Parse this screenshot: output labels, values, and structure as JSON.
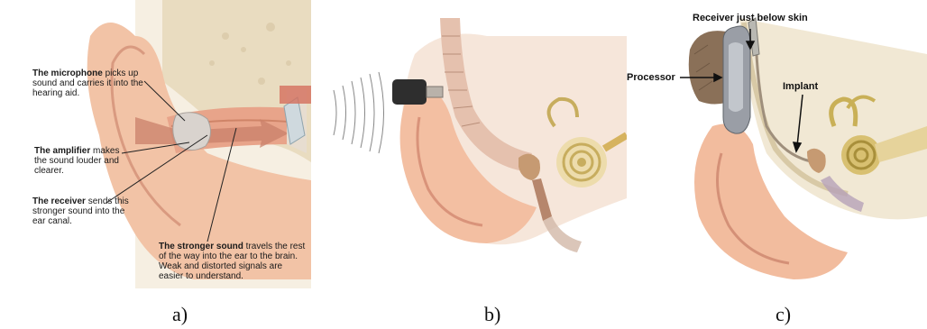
{
  "panel_a": {
    "callouts": [
      {
        "bold": "The microphone",
        "text": " picks up sound and carries it into the hearing aid."
      },
      {
        "bold": "The amplifier",
        "text": " makes the sound louder and clearer."
      },
      {
        "bold": "The receiver",
        "text": " sends this stronger sound into the ear canal."
      },
      {
        "bold": "The stronger sound",
        "text": " travels the rest of the way into the ear to the brain. Weak and distorted signals are easier to understand."
      }
    ],
    "caption": "a)"
  },
  "panel_b": {
    "caption": "b)"
  },
  "panel_c": {
    "labels": {
      "receiver": "Receiver just below skin",
      "processor": "Processor",
      "implant": "Implant"
    },
    "caption": "c)"
  },
  "colors": {
    "skin": "#f1c0a4",
    "ear_inner": "#e8a48a",
    "bone": "#efe3c6",
    "cochlea": "#d8c071",
    "device_dark": "#2e2e2e",
    "processor_grey": "#9a9ea6",
    "hair": "#8a7058"
  }
}
